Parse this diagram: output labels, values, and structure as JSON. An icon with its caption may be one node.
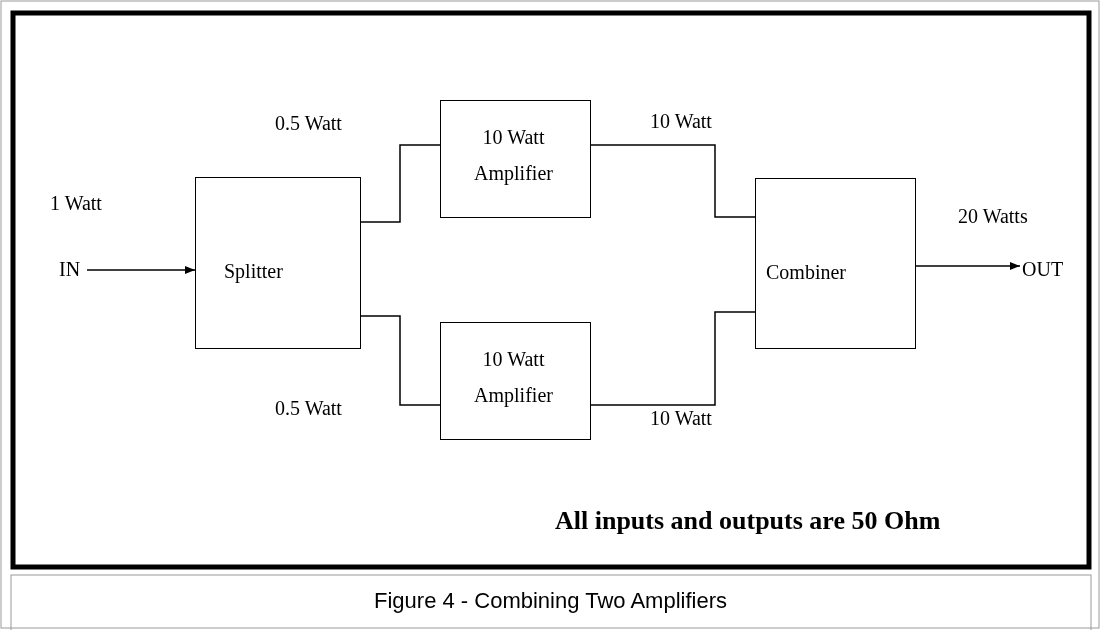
{
  "diagram": {
    "caption": "Figure 4 - Combining Two Amplifiers",
    "nodes": [
      {
        "text": [
          "Splitter"
        ]
      },
      {
        "text": [
          "10 Watt Amplifier"
        ]
      },
      {
        "text": [
          "10 Watt Amplifier"
        ]
      },
      {
        "text": [
          "Combiner"
        ]
      },
      {
        "text": [
          "IN"
        ]
      },
      {
        "text": [
          "OUT"
        ]
      }
    ],
    "edges": [
      {
        "from": 4,
        "to": 0,
        "arrow": "to"
      },
      {
        "from": 0,
        "to": 1,
        "arrow": "none"
      },
      {
        "from": 0,
        "to": 2,
        "arrow": "none"
      },
      {
        "from": 1,
        "to": 3,
        "arrow": "none"
      },
      {
        "from": 2,
        "to": 3,
        "arrow": "none"
      },
      {
        "from": 3,
        "to": 5,
        "arrow": "to"
      }
    ],
    "labels": [
      "0.5 Watt",
      "10 Watt",
      "1 Watt",
      "20 Watts",
      "0.5 Watt",
      "10 Watt",
      "All inputs and outputs are 50 Ohm"
    ]
  }
}
